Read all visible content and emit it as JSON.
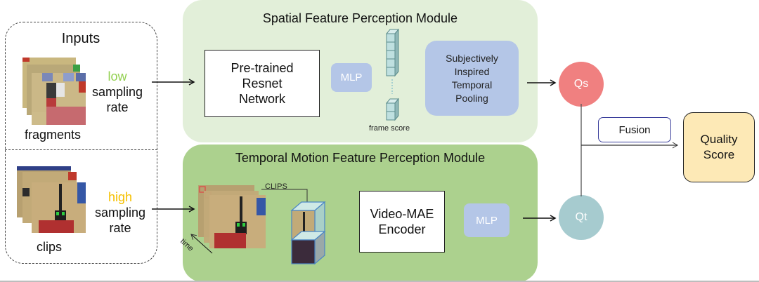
{
  "inputs": {
    "title": "Inputs",
    "fragments": {
      "rate_word": "low",
      "rate_word_color": "#92d050",
      "line2": "sampling",
      "line3": "rate",
      "label": "fragments"
    },
    "clips": {
      "rate_word": "high",
      "rate_word_color": "#f5c000",
      "line2": "sampling",
      "line3": "rate",
      "label": "clips"
    }
  },
  "spatial_module": {
    "title": "Spatial Feature Perception Module",
    "backbone": [
      "Pre-trained",
      "Resnet",
      "Network"
    ],
    "mlp_label": "MLP",
    "frame_score_label": "frame score",
    "pooling": [
      "Subjectively",
      "Inspired",
      "Temporal",
      "Pooling"
    ],
    "color": "#e2efd9"
  },
  "temporal_module": {
    "title": "Temporal Motion Feature Perception Module",
    "clips_label": "CLIPS",
    "time_label": "time",
    "encoder": [
      "Video-MAE",
      "Encoder"
    ],
    "mlp_label": "MLP",
    "color": "#acd18e"
  },
  "outputs": {
    "qs_label": "Qs",
    "qt_label": "Qt",
    "fusion_label": "Fusion",
    "quality": [
      "Quality",
      "Score"
    ],
    "qs_color": "#f08080",
    "qt_color": "#a6cbcf",
    "quality_color": "#fde9b6"
  }
}
